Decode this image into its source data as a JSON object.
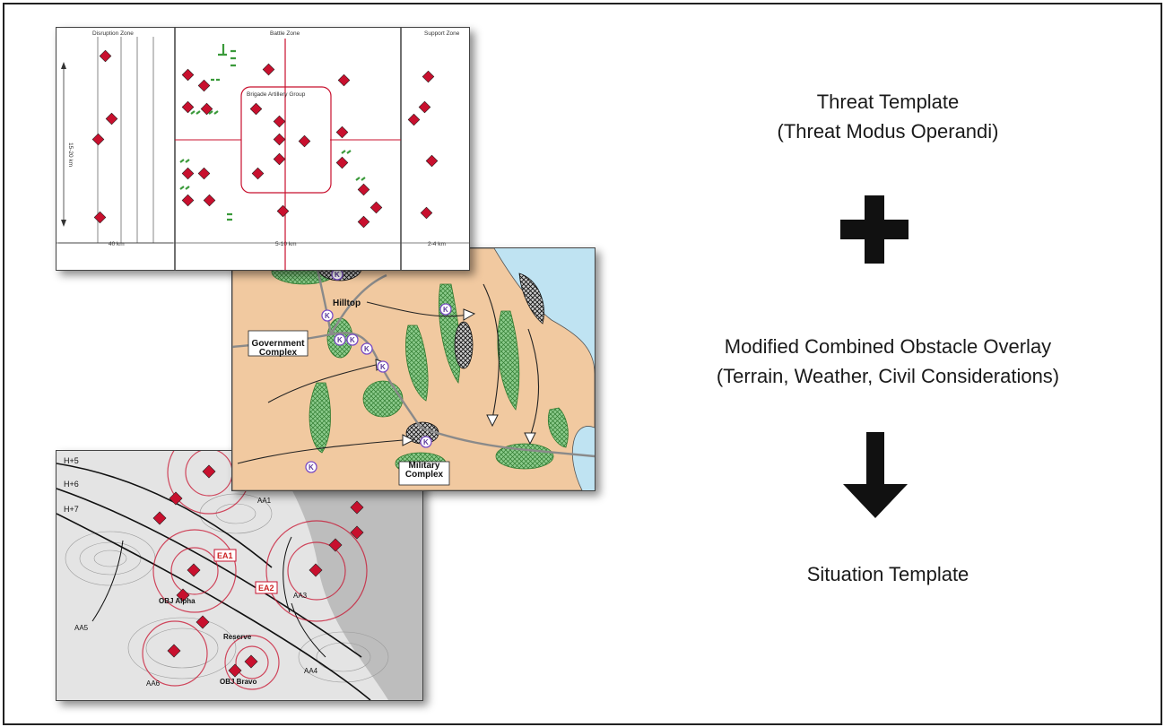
{
  "threat_template": {
    "zones": [
      "Disruption Zone",
      "Battle Zone",
      "Support Zone"
    ],
    "group_label": "Brigade Artillery Group",
    "distances": [
      "40 km",
      "5-10 km",
      "2-4 km"
    ],
    "side_distance": "15-20 km"
  },
  "mcoo": {
    "labels": [
      "Hilltop",
      "Government Complex",
      "Military Complex"
    ],
    "marker_letter": "K"
  },
  "situation_template": {
    "labels": [
      "EA1",
      "EA2",
      "OBJ Alpha",
      "OBJ Bravo",
      "Reserve"
    ],
    "phase_lines": [
      "H+5",
      "H+6",
      "H+7"
    ],
    "avenues": [
      "AA1",
      "AA3",
      "AA4",
      "AA5",
      "AA6"
    ]
  },
  "captions": {
    "threat_line1": "Threat Template",
    "threat_line2": "(Threat Modus Operandi)",
    "mcoo_line1": "Modified Combined Obstacle Overlay",
    "mcoo_line2": "(Terrain, Weather, Civil Considerations)",
    "situation": "Situation Template"
  },
  "colors": {
    "symbol_red": "#c8102e",
    "vegetation_green": "#3a9a3a",
    "terrain_tan": "#f1c9a0",
    "water_blue": "#bfe3f2",
    "text": "#1a1a1a"
  },
  "icons": {
    "operator": "plus-icon",
    "result": "arrow-down-icon"
  }
}
